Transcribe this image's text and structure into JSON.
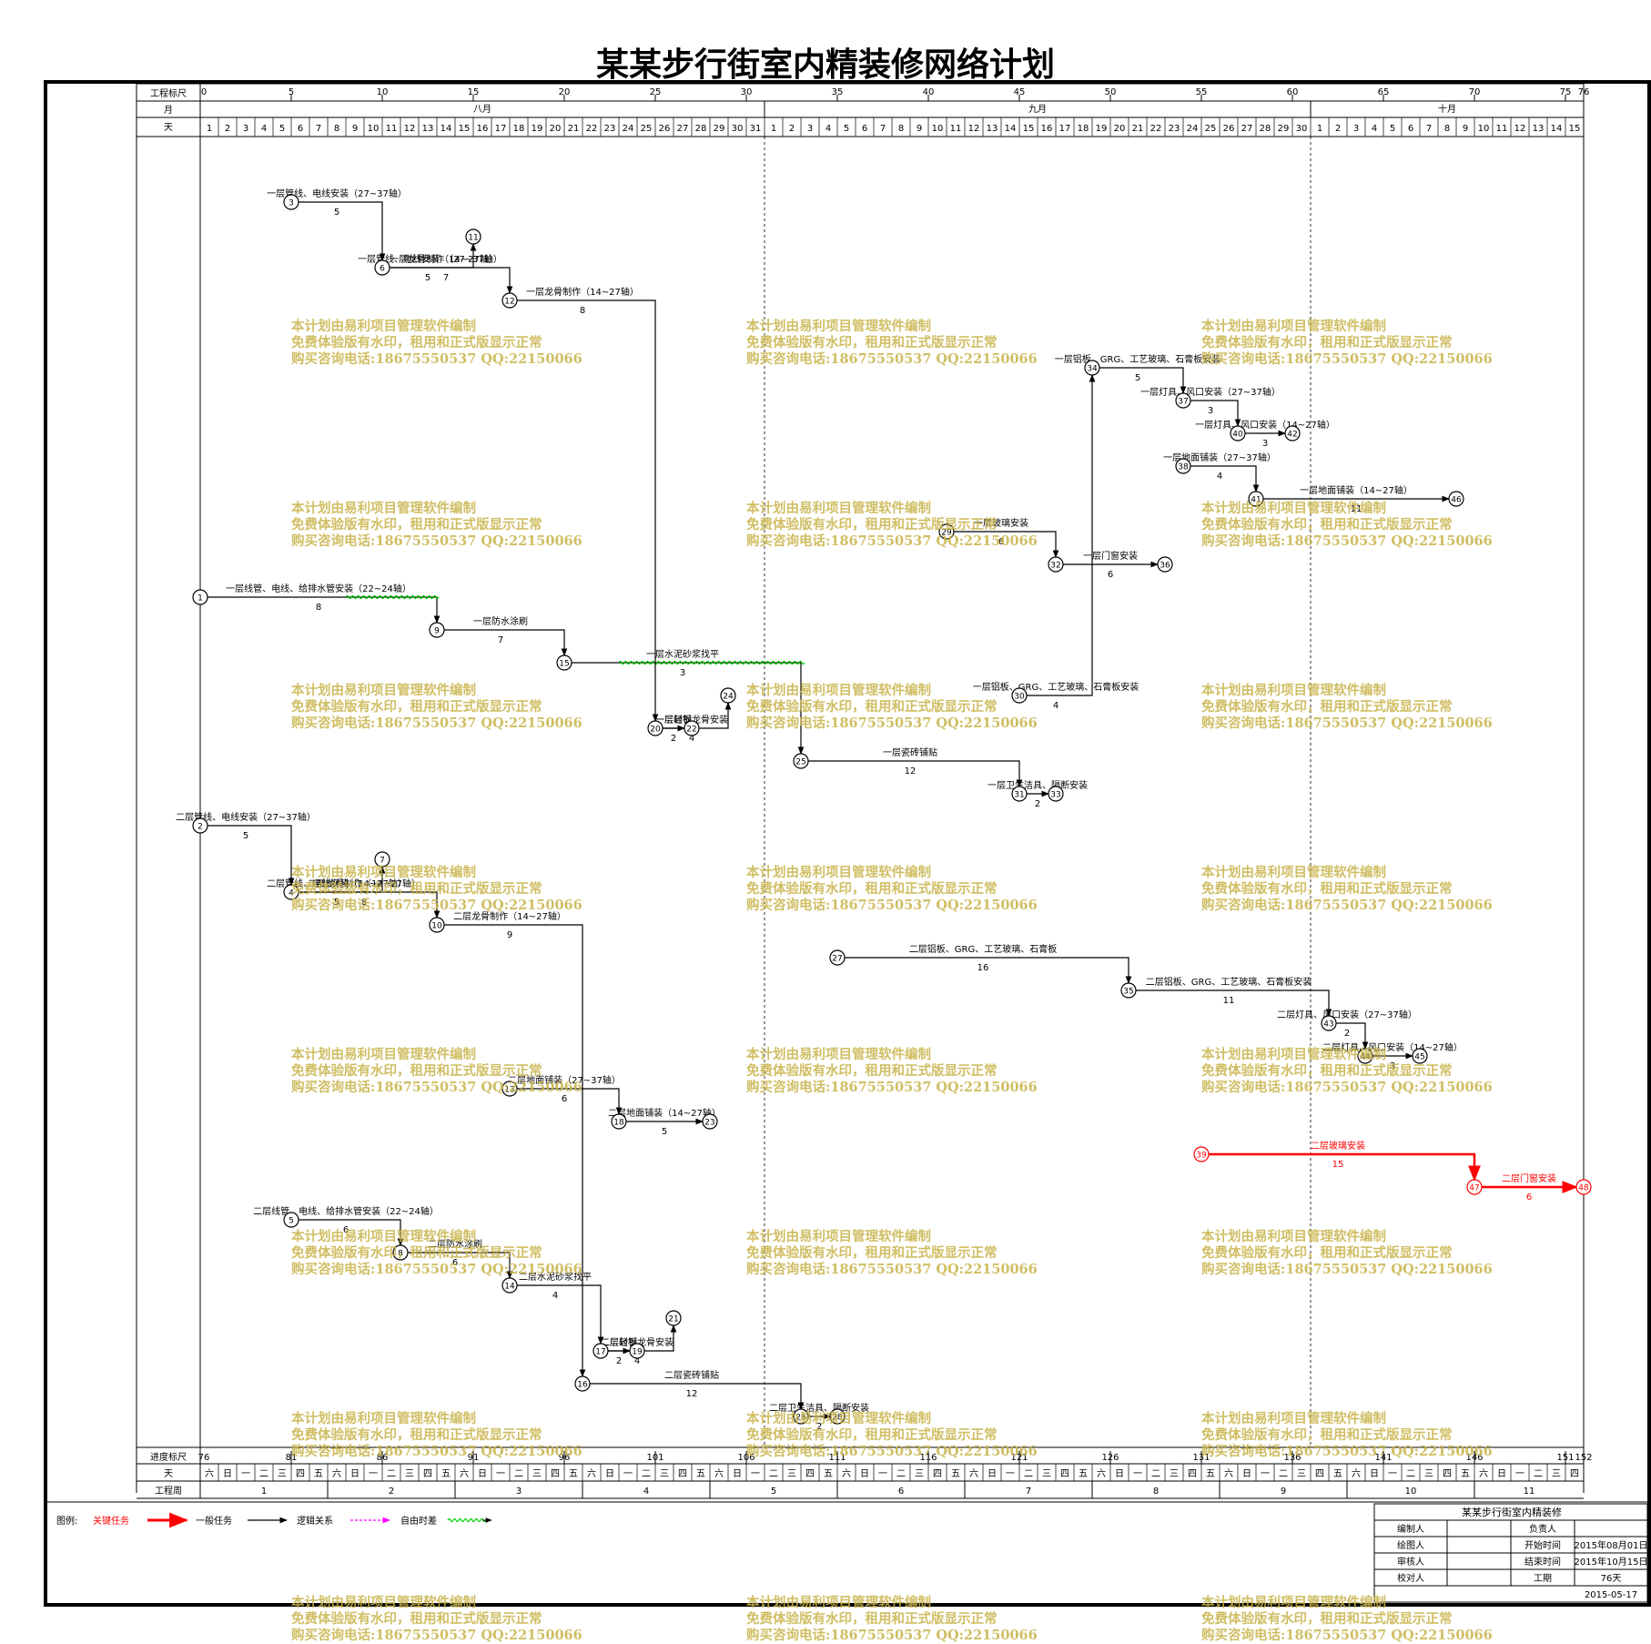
{
  "title": "某某步行街室内精装修网络计划",
  "header": {
    "ruler_label": "工程标尺",
    "month_label": "月",
    "day_label": "天",
    "ruler_ticks": [
      "0",
      "5",
      "10",
      "15",
      "20",
      "25",
      "30",
      "35",
      "40",
      "45",
      "50",
      "55",
      "60",
      "65",
      "70",
      "75",
      "76"
    ],
    "months": [
      "八月",
      "九月",
      "十月"
    ],
    "month_days": [
      31,
      30,
      15
    ]
  },
  "footer": {
    "progress_label": "进度标尺",
    "weekday_label": "天",
    "week_label": "工程周",
    "progress_ticks": [
      "76",
      "81",
      "86",
      "91",
      "96",
      "101",
      "106",
      "111",
      "116",
      "121",
      "126",
      "131",
      "136",
      "141",
      "146",
      "151",
      "152"
    ],
    "weekdays": [
      "六",
      "日",
      "一",
      "二",
      "三",
      "四",
      "五"
    ],
    "weeks": [
      "1",
      "2",
      "3",
      "4",
      "5",
      "6",
      "7",
      "8",
      "9",
      "10",
      "11"
    ]
  },
  "watermark": [
    "本计划由易利项目管理软件编制",
    "免费体验版有水印，租用和正式版显示正常",
    "购买咨询电话:18675550537 QQ:22150066"
  ],
  "legend": {
    "label": "图例:",
    "critical": "关键任务",
    "normal": "一般任务",
    "logic": "逻辑关系",
    "free_float": "自由时差",
    "critical_color": "#ff0000",
    "float_color": "#00cc00",
    "logic_color": "#ff00ff"
  },
  "info": {
    "project": "某某步行街室内精装修",
    "rows": [
      [
        "编制人",
        "",
        "负责人",
        ""
      ],
      [
        "绘图人",
        "",
        "开始时间",
        "2015年08月01日"
      ],
      [
        "审核人",
        "",
        "结束时间",
        "2015年10月15日"
      ],
      [
        "校对人",
        "",
        "工期",
        "76天"
      ]
    ],
    "date": "2015-05-17"
  },
  "chart_data": {
    "type": "network",
    "time_unit": "day",
    "start_date": "2015-08-01",
    "nodes": [
      {
        "id": 1,
        "day": 0
      },
      {
        "id": 2,
        "day": 0
      },
      {
        "id": 3,
        "day": 5
      },
      {
        "id": 4,
        "day": 5
      },
      {
        "id": 5,
        "day": 5
      },
      {
        "id": 6,
        "day": 10
      },
      {
        "id": 7,
        "day": 10
      },
      {
        "id": 8,
        "day": 11
      },
      {
        "id": 9,
        "day": 13
      },
      {
        "id": 10,
        "day": 13
      },
      {
        "id": 11,
        "day": 15
      },
      {
        "id": 12,
        "day": 17
      },
      {
        "id": 13,
        "day": 17
      },
      {
        "id": 14,
        "day": 17
      },
      {
        "id": 15,
        "day": 20
      },
      {
        "id": 16,
        "day": 21
      },
      {
        "id": 17,
        "day": 22
      },
      {
        "id": 18,
        "day": 23
      },
      {
        "id": 19,
        "day": 24
      },
      {
        "id": 20,
        "day": 25
      },
      {
        "id": 21,
        "day": 26
      },
      {
        "id": 22,
        "day": 27
      },
      {
        "id": 23,
        "day": 28
      },
      {
        "id": 24,
        "day": 29
      },
      {
        "id": 25,
        "day": 33
      },
      {
        "id": 26,
        "day": 33
      },
      {
        "id": 27,
        "day": 35
      },
      {
        "id": 28,
        "day": 35
      },
      {
        "id": 29,
        "day": 41
      },
      {
        "id": 30,
        "day": 45
      },
      {
        "id": 31,
        "day": 45
      },
      {
        "id": 32,
        "day": 47
      },
      {
        "id": 33,
        "day": 47
      },
      {
        "id": 34,
        "day": 49
      },
      {
        "id": 35,
        "day": 51
      },
      {
        "id": 36,
        "day": 53
      },
      {
        "id": 37,
        "day": 54
      },
      {
        "id": 38,
        "day": 54
      },
      {
        "id": 39,
        "day": 55
      },
      {
        "id": 40,
        "day": 57
      },
      {
        "id": 41,
        "day": 58
      },
      {
        "id": 42,
        "day": 60
      },
      {
        "id": 43,
        "day": 62
      },
      {
        "id": 44,
        "day": 64
      },
      {
        "id": 45,
        "day": 67
      },
      {
        "id": 46,
        "day": 69
      },
      {
        "id": 47,
        "day": 70
      },
      {
        "id": 48,
        "day": 76
      }
    ],
    "activities": [
      {
        "from": 1,
        "to": 9,
        "name": "一层线管、电线、给排水管安装（22~24轴）",
        "duration": 8,
        "critical": false,
        "float_from": 8
      },
      {
        "from": 9,
        "to": 15,
        "name": "一层防水涂刷",
        "duration": 7,
        "critical": false
      },
      {
        "from": 15,
        "to": 25,
        "name": "一层水泥砂浆找平",
        "duration": 3,
        "critical": false,
        "float_from": 3
      },
      {
        "from": 3,
        "to": 6,
        "name": "一层管线、电线安装（27~37轴）",
        "duration": 5,
        "critical": false
      },
      {
        "from": 6,
        "to": 11,
        "name": "一层管线、电线安装（14~27轴）",
        "duration": 5,
        "critical": false
      },
      {
        "from": 6,
        "to": 12,
        "name": "一层龙骨制作（27~37轴）",
        "duration": 7,
        "critical": false
      },
      {
        "from": 12,
        "to": 20,
        "name": "一层龙骨制作（14~27轴）",
        "duration": 8,
        "critical": false
      },
      {
        "from": 20,
        "to": 24,
        "name": "一层轻钢龙骨安装",
        "duration": 4,
        "critical": false
      },
      {
        "from": 20,
        "to": 22,
        "name": "一层封板",
        "duration": 2,
        "critical": false
      },
      {
        "from": 25,
        "to": 31,
        "name": "一层瓷砖铺贴",
        "duration": 12,
        "critical": false
      },
      {
        "from": 31,
        "to": 33,
        "name": "一层卫生洁具、隔断安装",
        "duration": 2,
        "critical": false
      },
      {
        "from": 29,
        "to": 32,
        "name": "一层玻璃安装",
        "duration": 6,
        "critical": false
      },
      {
        "from": 32,
        "to": 36,
        "name": "一层门窗安装",
        "duration": 6,
        "critical": false
      },
      {
        "from": 30,
        "to": 34,
        "name": "一层铝板、GRG、工艺玻璃、石膏板安装",
        "duration": 4,
        "critical": false
      },
      {
        "from": 34,
        "to": 37,
        "name": "一层铝板、GRG、工艺玻璃、石膏板安装",
        "duration": 5,
        "critical": false
      },
      {
        "from": 37,
        "to": 40,
        "name": "一层灯具、风口安装（27~37轴）",
        "duration": 3,
        "critical": false
      },
      {
        "from": 40,
        "to": 42,
        "name": "一层灯具、风口安装（14~27轴）",
        "duration": 3,
        "critical": false
      },
      {
        "from": 38,
        "to": 41,
        "name": "一层地面铺装（27~37轴）",
        "duration": 4,
        "critical": false
      },
      {
        "from": 41,
        "to": 46,
        "name": "一层地面铺装（14~27轴）",
        "duration": 11,
        "critical": false
      },
      {
        "from": 2,
        "to": 4,
        "name": "二层管线、电线安装（27~37轴）",
        "duration": 5,
        "critical": false
      },
      {
        "from": 4,
        "to": 7,
        "name": "二层管线、电线安装（14~27轴）",
        "duration": 5,
        "critical": false
      },
      {
        "from": 4,
        "to": 10,
        "name": "二层龙骨制作（14~27轴）",
        "duration": 8,
        "critical": false
      },
      {
        "from": 10,
        "to": 16,
        "name": "二层龙骨制作（14~27轴）",
        "duration": 9,
        "critical": false
      },
      {
        "from": 13,
        "to": 18,
        "name": "二层地面铺装（27~37轴）",
        "duration": 6,
        "critical": false
      },
      {
        "from": 18,
        "to": 23,
        "name": "二层地面铺装（14~27轴）",
        "duration": 5,
        "critical": false
      },
      {
        "from": 5,
        "to": 8,
        "name": "二层线管、电线、给排水管安装（22~24轴）",
        "duration": 6,
        "critical": false
      },
      {
        "from": 8,
        "to": 14,
        "name": "二层防水涂刷",
        "duration": 6,
        "critical": false
      },
      {
        "from": 14,
        "to": 17,
        "name": "二层水泥砂浆找平",
        "duration": 4,
        "critical": false
      },
      {
        "from": 17,
        "to": 21,
        "name": "二层轻钢龙骨安装",
        "duration": 4,
        "critical": false
      },
      {
        "from": 17,
        "to": 19,
        "name": "二层封板",
        "duration": 2,
        "critical": false
      },
      {
        "from": 16,
        "to": 26,
        "name": "二层瓷砖铺贴",
        "duration": 12,
        "critical": false
      },
      {
        "from": 26,
        "to": 28,
        "name": "二层卫生洁具、隔断安装",
        "duration": 2,
        "critical": false
      },
      {
        "from": 27,
        "to": 35,
        "name": "二层铝板、GRG、工艺玻璃、石膏板",
        "duration": 16,
        "critical": false
      },
      {
        "from": 35,
        "to": 43,
        "name": "二层铝板、GRG、工艺玻璃、石膏板安装",
        "duration": 11,
        "critical": false
      },
      {
        "from": 43,
        "to": 44,
        "name": "二层灯具、风口安装（27~37轴）",
        "duration": 2,
        "critical": false
      },
      {
        "from": 44,
        "to": 45,
        "name": "二层灯具、风口安装（14~27轴）",
        "duration": 3,
        "critical": false
      },
      {
        "from": 39,
        "to": 47,
        "name": "二层玻璃安装",
        "duration": 15,
        "critical": true
      },
      {
        "from": 47,
        "to": 48,
        "name": "二层门窗安装",
        "duration": 6,
        "critical": true
      }
    ]
  }
}
